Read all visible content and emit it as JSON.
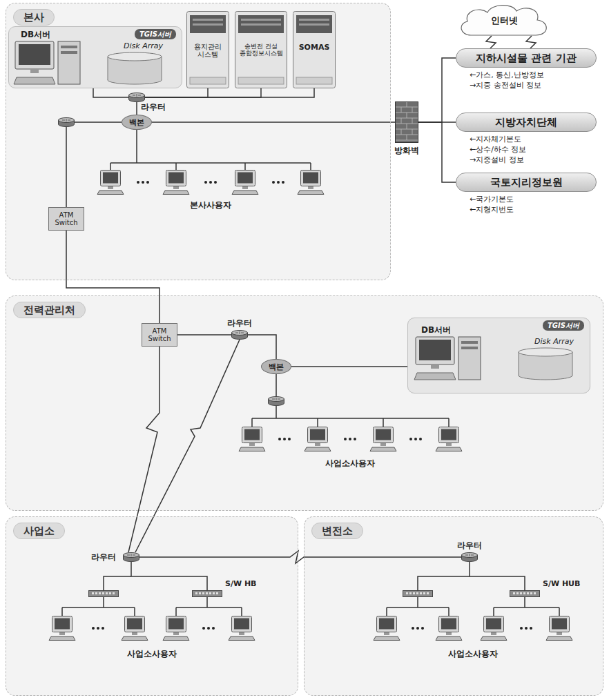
{
  "diagram": {
    "nodes": [
      {
        "text": [
          "본사"
        ]
      },
      {
        "text": [
          "TGIS서버"
        ],
        "in": 0
      },
      {
        "text": [
          "DB서버"
        ],
        "in": 1
      },
      {
        "text": [
          "Disk Array"
        ],
        "in": 1
      },
      {
        "text": [
          "용지관리 시스템"
        ],
        "in": 0
      },
      {
        "text": [
          "송변전 건설 종합정보시스템"
        ],
        "in": 0
      },
      {
        "text": [
          "SOMAS"
        ],
        "in": 0
      },
      {
        "text": [
          "라우터"
        ],
        "in": 0
      },
      {
        "text": [
          "백본"
        ],
        "in": 0
      },
      {
        "text": [
          "ATM Switch"
        ],
        "in": 0
      },
      {
        "text": [
          "방화벽"
        ]
      },
      {
        "text": [
          "인터넷"
        ]
      },
      {
        "text": [
          "지하시설물 관련 기관"
        ]
      },
      {
        "text": [
          "지방자치단체"
        ]
      },
      {
        "text": [
          "국토지리정보원"
        ]
      },
      {
        "text": [
          "전력관리처"
        ]
      },
      {
        "text": [
          "ATM Switch"
        ],
        "in": 15
      },
      {
        "text": [
          "라우터"
        ],
        "in": 15
      },
      {
        "text": [
          "백본"
        ],
        "in": 15
      },
      {
        "text": [
          "TGIS서버"
        ],
        "in": 15
      },
      {
        "text": [
          "DB서버"
        ],
        "in": 19
      },
      {
        "text": [
          "Disk Array"
        ],
        "in": 19
      },
      {
        "text": [
          "사업소"
        ]
      },
      {
        "text": [
          "라우터"
        ],
        "in": 22
      },
      {
        "text": [
          "S/W HB"
        ],
        "in": 22
      },
      {
        "text": [
          "변전소"
        ]
      },
      {
        "text": [
          "라우터"
        ],
        "in": 25
      },
      {
        "text": [
          "S/W HUB"
        ],
        "in": 25
      }
    ],
    "edges": [
      {
        "from": 7,
        "to": 1,
        "arrow": "none"
      },
      {
        "from": 7,
        "to": 4,
        "arrow": "none"
      },
      {
        "from": 7,
        "to": 5,
        "arrow": "none"
      },
      {
        "from": 7,
        "to": 6,
        "arrow": "none"
      },
      {
        "from": 8,
        "to": 7,
        "arrow": "none"
      },
      {
        "from": 8,
        "to": 10,
        "arrow": "none"
      },
      {
        "from": 8,
        "to": 9,
        "arrow": "none"
      },
      {
        "from": 10,
        "to": 12,
        "arrow": "none"
      },
      {
        "from": 10,
        "to": 13,
        "arrow": "none"
      },
      {
        "from": 10,
        "to": 14,
        "arrow": "none"
      },
      {
        "from": 11,
        "to": 12,
        "arrow": "none"
      },
      {
        "from": 11,
        "to": 12,
        "arrow": "none"
      },
      {
        "from": 9,
        "to": 16,
        "arrow": "none"
      },
      {
        "from": 16,
        "to": 17,
        "arrow": "none"
      },
      {
        "from": 16,
        "to": 23,
        "arrow": "none"
      },
      {
        "from": 17,
        "to": 23,
        "arrow": "none"
      },
      {
        "from": 17,
        "to": 18,
        "arrow": "none"
      },
      {
        "from": 18,
        "to": 19,
        "arrow": "none"
      },
      {
        "from": 23,
        "to": 26,
        "arrow": "none"
      },
      {
        "from": 23,
        "to": 24,
        "arrow": "none"
      },
      {
        "from": 26,
        "to": 27,
        "arrow": "none"
      }
    ],
    "labels": [
      "본사사용자",
      "←가스, 통신,난방정보",
      "→지중 송전설비 정보",
      "←지자체기본도",
      "←상수/하수 정보",
      "→지중설비 정보",
      "←국가기본도",
      "←지형지번도",
      "사업소사용자",
      "사업소사용자",
      "사업소사용자"
    ]
  }
}
